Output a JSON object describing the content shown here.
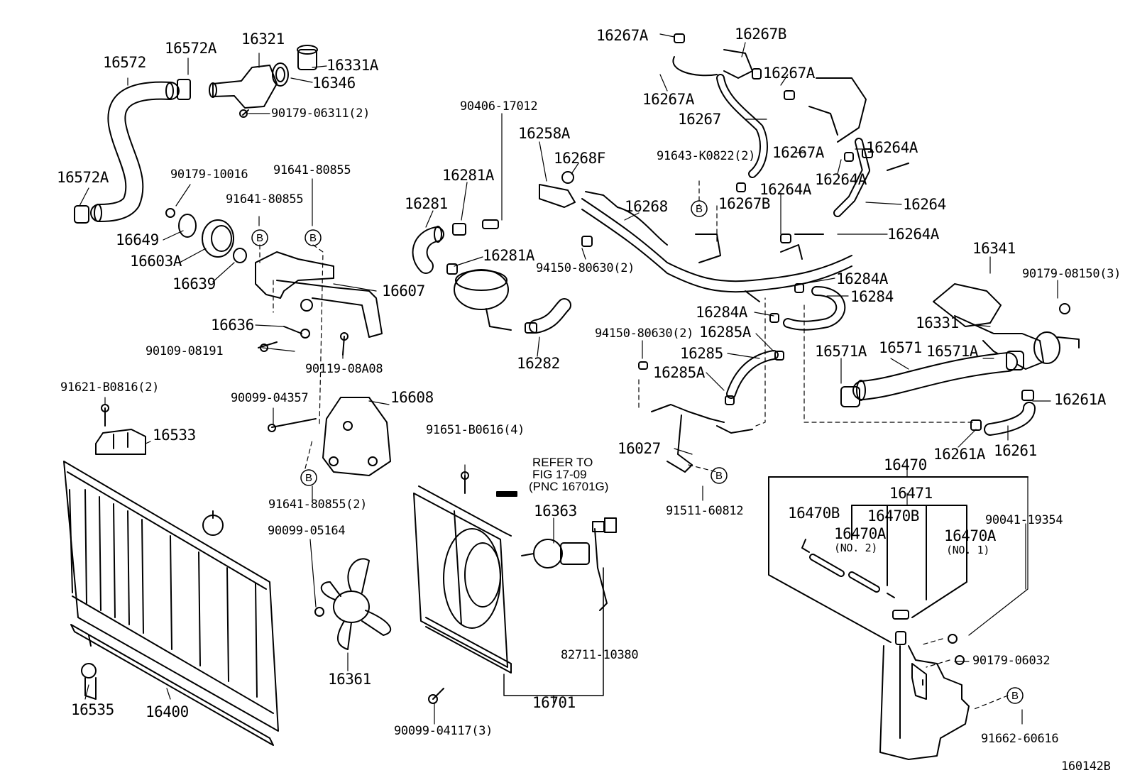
{
  "diagram_id": "160142B",
  "reference_note": [
    "REFER TO",
    "FIG 17-09",
    "(PNC 16701G)"
  ],
  "part_labels": {
    "p16572": "16572",
    "p16572A_top": "16572A",
    "p16572A_left": "16572A",
    "p16321": "16321",
    "p16331A": "16331A",
    "p16346": "16346",
    "p90179_06311": "90179-06311(2)",
    "p90179_10016": "90179-10016",
    "p91641_80855_a": "91641-80855",
    "p91641_80855_b": "91641-80855",
    "p91641_80855_2": "91641-80855(2)",
    "p16649": "16649",
    "p16603A": "16603A",
    "p16639": "16639",
    "p16607": "16607",
    "p16636": "16636",
    "p90109_08191": "90109-08191",
    "p90119_08A08": "90119-08A08",
    "p91621_B0816": "91621-B0816(2)",
    "p16533": "16533",
    "p90099_04357": "90099-04357",
    "p16608": "16608",
    "p90099_05164": "90099-05164",
    "p16535": "16535",
    "p16400": "16400",
    "p16361": "16361",
    "p90099_04117": "90099-04117(3)",
    "p90406_17012": "90406-17012",
    "p16281A_top": "16281A",
    "p16281": "16281",
    "p16281A_mid": "16281A",
    "p16282": "16282",
    "p16258A": "16258A",
    "p16268F": "16268F",
    "p16268": "16268",
    "p94150_80630_a": "94150-80630(2)",
    "p94150_80630_b": "94150-80630(2)",
    "p91651_B0616": "91651-B0616(4)",
    "p16363": "16363",
    "p82711_10380": "82711-10380",
    "p16701": "16701",
    "p16267A_1": "16267A",
    "p16267B_1": "16267B",
    "p16267A_2": "16267A",
    "p16267A_3": "16267A",
    "p16267": "16267",
    "p16267A_4": "16267A",
    "p91643_K0822": "91643-K0822(2)",
    "p16267B_2": "16267B",
    "p16264A_1": "16264A",
    "p16264A_2": "16264A",
    "p16264A_3": "16264A",
    "p16264": "16264",
    "p16264A_4": "16264A",
    "p16284A_1": "16284A",
    "p16284": "16284",
    "p16284A_2": "16284A",
    "p16285A_1": "16285A",
    "p16285": "16285",
    "p16285A_2": "16285A",
    "p16027": "16027",
    "p91511_60812": "91511-60812",
    "p16341": "16341",
    "p90179_08150": "90179-08150(3)",
    "p16331": "16331",
    "p16571A_1": "16571A",
    "p16571": "16571",
    "p16571A_2": "16571A",
    "p16261A_1": "16261A",
    "p16261A_2": "16261A",
    "p16261": "16261",
    "p16470": "16470",
    "p16471": "16471",
    "p16470B_1": "16470B",
    "p16470B_2": "16470B",
    "p16470A_no2": "16470A",
    "no2": "(NO. 2)",
    "p16470A_no1": "16470A",
    "no1": "(NO. 1)",
    "p90041_19354": "90041-19354",
    "p90179_06032": "90179-06032",
    "p91662_60616": "91662-60616"
  },
  "bolt_marker": "B"
}
